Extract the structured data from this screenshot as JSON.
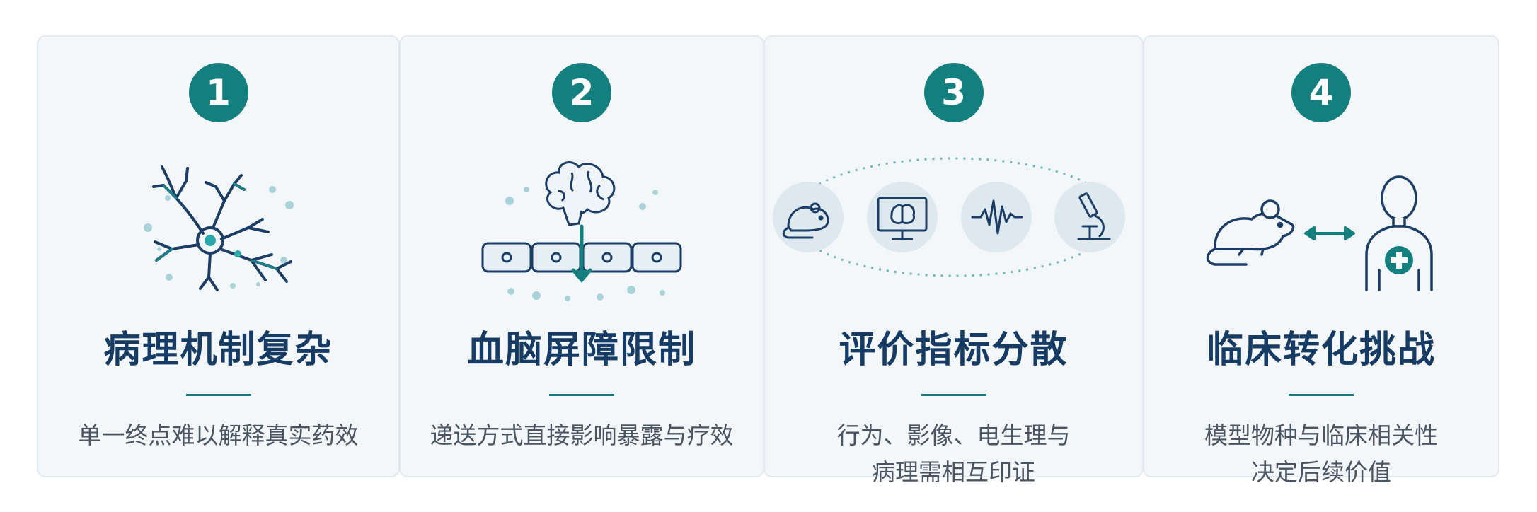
{
  "cards": [
    {
      "number": "1",
      "title": "病理机制复杂",
      "desc_lines": [
        "单一终点难以解释真实药效"
      ]
    },
    {
      "number": "2",
      "title": "血脑屏障限制",
      "desc_lines": [
        "递送方式直接影响暴露与疗效"
      ]
    },
    {
      "number": "3",
      "title": "评价指标分散",
      "desc_lines": [
        "行为、影像、电生理与",
        "病理需相互印证"
      ]
    },
    {
      "number": "4",
      "title": "临床转化挑战",
      "desc_lines": [
        "模型物种与临床相关性",
        "决定后续价值"
      ]
    }
  ],
  "colors": {
    "accent": "#137f7e",
    "title": "#163c66",
    "text": "#4a5563",
    "card_bg": "#f4f7fa",
    "card_border": "#e1e8ef"
  },
  "icons": {
    "card1": [
      "neuron-icon"
    ],
    "card2": [
      "brain-icon",
      "blood-brain-barrier-icon",
      "down-arrow-icon"
    ],
    "card3": [
      "mouse-icon",
      "brain-scan-monitor-icon",
      "waveform-icon",
      "microscope-icon"
    ],
    "card4": [
      "mouse-icon",
      "double-arrow-icon",
      "patient-icon",
      "medical-cross-icon"
    ]
  }
}
